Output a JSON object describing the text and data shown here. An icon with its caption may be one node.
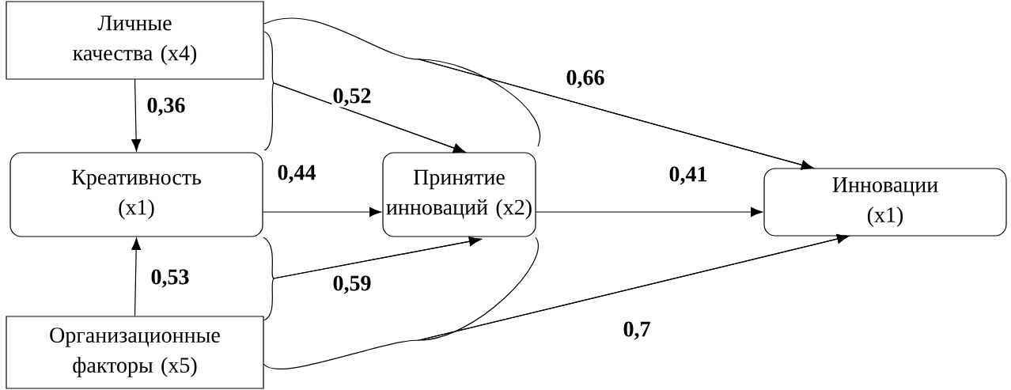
{
  "diagram": {
    "nodes": [
      {
        "text": [
          "Личные качества (x4)"
        ]
      },
      {
        "text": [
          "Креативность (x1)"
        ]
      },
      {
        "text": [
          "Принятие инноваций (x2)"
        ]
      },
      {
        "text": [
          "Инновации (x1)"
        ]
      },
      {
        "text": [
          "Организационные факторы (x5)"
        ]
      }
    ],
    "edges": [
      {
        "from": 0,
        "to": 1,
        "arrow": "to",
        "label": "0,36"
      },
      {
        "from": 4,
        "to": 1,
        "arrow": "to",
        "label": "0,53"
      },
      {
        "from": 1,
        "to": 2,
        "arrow": "to",
        "label": "0,44"
      },
      {
        "from": 2,
        "to": 3,
        "arrow": "to",
        "label": "0,41"
      },
      {
        "from": 0,
        "to": 2,
        "arrow": "to",
        "label": "0,52"
      },
      {
        "from": 1,
        "to": 2,
        "arrow": "to"
      },
      {
        "from": 0,
        "to": 3,
        "arrow": "to",
        "label": "0,66"
      },
      {
        "from": 2,
        "to": 3,
        "arrow": "to"
      },
      {
        "from": 1,
        "to": 2,
        "arrow": "to",
        "label": "0,59"
      },
      {
        "from": 4,
        "to": 2,
        "arrow": "to"
      },
      {
        "from": 4,
        "to": 3,
        "arrow": "to",
        "label": "0,7"
      },
      {
        "from": 2,
        "to": 3,
        "arrow": "to"
      }
    ]
  }
}
